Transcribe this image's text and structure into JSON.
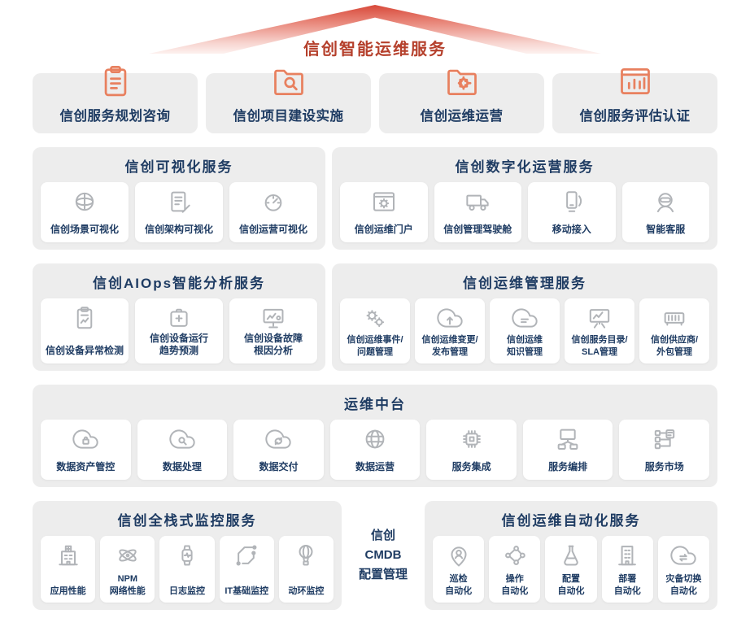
{
  "title": "信创智能运维服务",
  "colors": {
    "accent_red": "#b5402c",
    "navy": "#1f3c63",
    "panel_gray": "#ededed",
    "icon_orange": "#e8805f",
    "icon_gray": "#b1b4b8"
  },
  "top_services": [
    {
      "label": "信创服务规划咨询",
      "icon": "clipboard-list-icon"
    },
    {
      "label": "信创项目建设实施",
      "icon": "folder-search-icon"
    },
    {
      "label": "信创运维运营",
      "icon": "folder-gear-icon"
    },
    {
      "label": "信创服务评估认证",
      "icon": "chart-window-icon"
    }
  ],
  "sections": {
    "visual": {
      "title": "信创可视化服务",
      "items": [
        {
          "label": "信创场景可视化",
          "icon": "globe-scene-icon"
        },
        {
          "label": "信创架构可视化",
          "icon": "architecture-doc-icon"
        },
        {
          "label": "信创运营可视化",
          "icon": "gauge-icon"
        }
      ]
    },
    "digital": {
      "title": "信创数字化运营服务",
      "items": [
        {
          "label": "信创运维门户",
          "icon": "portal-window-gear-icon"
        },
        {
          "label": "信创管理驾驶舱",
          "icon": "truck-icon"
        },
        {
          "label": "移动接入",
          "icon": "mobile-phone-icon"
        },
        {
          "label": "智能客服",
          "icon": "smart-agent-icon"
        }
      ]
    },
    "aiops": {
      "title": "信创AIOps智能分析服务",
      "items": [
        {
          "label": "信创设备异常检测",
          "icon": "anomaly-report-icon"
        },
        {
          "label": "信创设备运行\n趋势预测",
          "icon": "medkit-icon"
        },
        {
          "label": "信创设备故障\n根因分析",
          "icon": "monitor-chart-icon"
        }
      ]
    },
    "management": {
      "title": "信创运维管理服务",
      "items": [
        {
          "label": "信创运维事件/\n问题管理",
          "icon": "gears-icon"
        },
        {
          "label": "信创运维变更/\n发布管理",
          "icon": "cloud-upload-icon"
        },
        {
          "label": "信创运维\n知识管理",
          "icon": "cloud-knowledge-icon"
        },
        {
          "label": "信创服务目录/\nSLA管理",
          "icon": "sla-board-icon"
        },
        {
          "label": "信创供应商/\n外包管理",
          "icon": "container-icon"
        }
      ]
    },
    "middle_platform": {
      "title": "运维中台",
      "items": [
        {
          "label": "数据资产管控",
          "icon": "cloud-lock-icon"
        },
        {
          "label": "数据处理",
          "icon": "cloud-search-icon"
        },
        {
          "label": "数据交付",
          "icon": "cloud-sync-icon"
        },
        {
          "label": "数据运营",
          "icon": "globe-grid-icon"
        },
        {
          "label": "服务集成",
          "icon": "chip-icon"
        },
        {
          "label": "服务编排",
          "icon": "monitor-nodes-icon"
        },
        {
          "label": "服务市场",
          "icon": "server-share-icon"
        }
      ]
    },
    "monitoring": {
      "title": "信创全栈式监控服务",
      "items": [
        {
          "label": "应用性能",
          "icon": "app-performance-icon"
        },
        {
          "label": "NPM\n网络性能",
          "icon": "atom-icon"
        },
        {
          "label": "日志监控",
          "icon": "smartwatch-icon"
        },
        {
          "label": "IT基础监控",
          "icon": "circuit-icon"
        },
        {
          "label": "动环监控",
          "icon": "balloon-icon"
        }
      ]
    },
    "cmdb": {
      "label": "信创\nCMDB\n配置管理"
    },
    "automation": {
      "title": "信创运维自动化服务",
      "items": [
        {
          "label": "巡检\n自动化",
          "icon": "person-pin-icon"
        },
        {
          "label": "操作\n自动化",
          "icon": "branch-network-icon"
        },
        {
          "label": "配置\n自动化",
          "icon": "flask-icon"
        },
        {
          "label": "部署\n自动化",
          "icon": "building-icon"
        },
        {
          "label": "灾备切换\n自动化",
          "icon": "cloud-failover-icon"
        }
      ]
    }
  }
}
